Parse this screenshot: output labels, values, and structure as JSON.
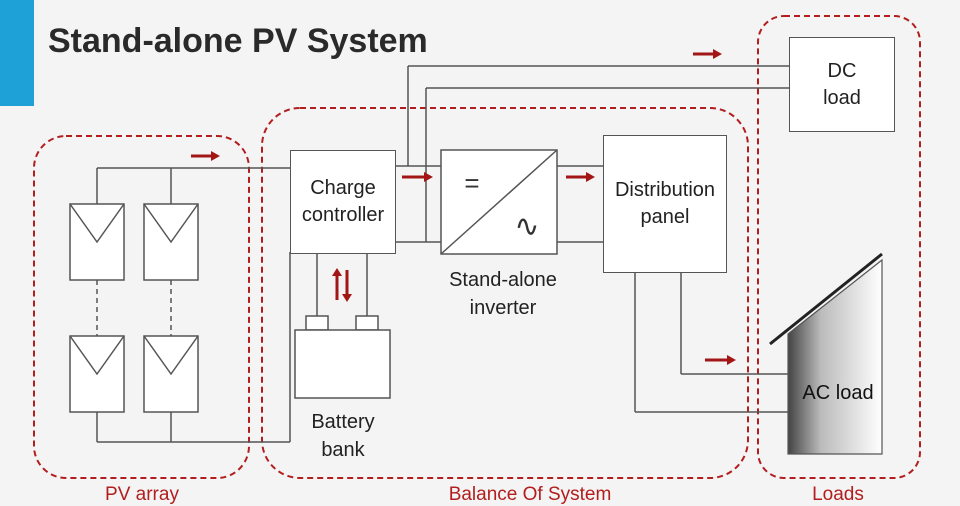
{
  "title": "Stand-alone PV System",
  "colors": {
    "accent": "#1da1d6",
    "group_border": "#b21e1e",
    "arrow": "#a31616",
    "wire": "#555555"
  },
  "components": {
    "charge_controller": "Charge\ncontroller",
    "inverter_label": "Stand-alone\ninverter",
    "inverter_symbols": {
      "dc": "=",
      "ac": "∿"
    },
    "distribution_panel": "Distribution\npanel",
    "battery_bank": "Battery\nbank",
    "dc_load": "DC\nload",
    "ac_load": "AC load"
  },
  "groups": {
    "pv_array": "PV array",
    "balance_of_system": "Balance Of System",
    "loads": "Loads"
  },
  "icons": [
    "flow-arrow-icon",
    "bidirectional-arrow-icon",
    "pv-module-icon",
    "battery-icon",
    "house-icon"
  ]
}
